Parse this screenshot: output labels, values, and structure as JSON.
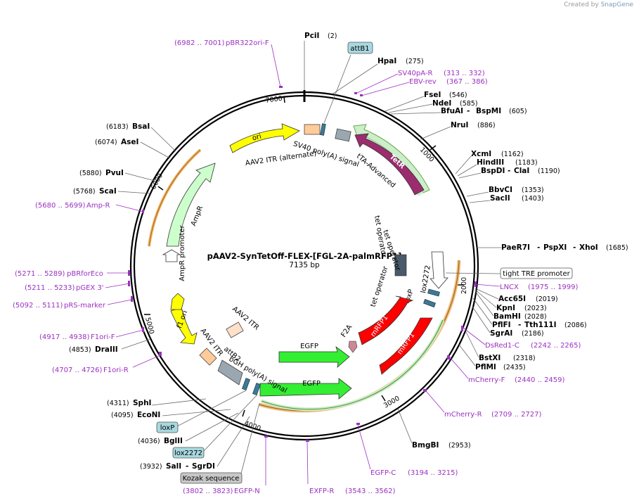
{
  "credit": {
    "prefix": "Created by",
    "brand": "SnapGene"
  },
  "plasmid": {
    "name": "pAAV2-SynTetOff-FLEX-[FGL-2A-palmRFP1]",
    "size": "7135 bp"
  },
  "ticks": [
    {
      "label": "1000"
    },
    {
      "label": "2000"
    },
    {
      "label": "3000"
    },
    {
      "label": "4000"
    },
    {
      "label": "5000"
    },
    {
      "label": "6000"
    },
    {
      "label": "7000"
    }
  ],
  "sites": [
    {
      "name": "PciI",
      "pos": "(2)"
    },
    {
      "name": "HpaI",
      "pos": "(275)"
    },
    {
      "name": "FseI",
      "pos": "(546)"
    },
    {
      "name": "NdeI",
      "pos": "(585)"
    },
    {
      "name": "BfuAI",
      "name2": "BspMI",
      "pos": "(605)"
    },
    {
      "name": "NruI",
      "pos": "(886)"
    },
    {
      "name": "XcmI",
      "pos": "(1162)"
    },
    {
      "name": "HindIII",
      "pos": "(1183)"
    },
    {
      "name": "BspDI",
      "name2": "ClaI",
      "pos": "(1190)"
    },
    {
      "name": "BbvCI",
      "pos": "(1353)"
    },
    {
      "name": "SacII",
      "pos": "(1403)"
    },
    {
      "name": "PaeR7I",
      "name2": "PspXI",
      "name3": "XhoI",
      "pos": "(1685)"
    },
    {
      "name": "Acc65I",
      "pos": "(2019)"
    },
    {
      "name": "KpnI",
      "pos": "(2023)"
    },
    {
      "name": "BamHI",
      "pos": "(2028)"
    },
    {
      "name": "PflFI",
      "name2": "Tth111I",
      "pos": "(2086)"
    },
    {
      "name": "SgrAI",
      "pos": "(2186)"
    },
    {
      "name": "BstXI",
      "pos": "(2318)"
    },
    {
      "name": "PflMI",
      "pos": "(2435)"
    },
    {
      "name": "BmgBI",
      "pos": "(2953)"
    },
    {
      "name": "SphI",
      "pos": "(4311)"
    },
    {
      "name": "EcoNI",
      "pos": "(4095)"
    },
    {
      "name": "BglII",
      "pos": "(4036)"
    },
    {
      "name": "SalI",
      "name2": "SgrDI",
      "pos": "(3932)"
    },
    {
      "name": "BsaI",
      "pos": "(6183)"
    },
    {
      "name": "AseI",
      "pos": "(6074)"
    },
    {
      "name": "PvuI",
      "pos": "(5880)"
    },
    {
      "name": "ScaI",
      "pos": "(5768)"
    },
    {
      "name": "DraIII",
      "pos": "(4853)"
    }
  ],
  "primers": [
    {
      "name": "pBR322ori-F",
      "range": "(6982 .. 7001)"
    },
    {
      "name": "SV40pA-R",
      "range": "(313 .. 332)"
    },
    {
      "name": "EBV-rev",
      "range": "(367 .. 386)"
    },
    {
      "name": "LNCX",
      "range": "(1975 .. 1999)"
    },
    {
      "name": "DsRed1-C",
      "range": "(2242 .. 2265)"
    },
    {
      "name": "mCherry-F",
      "range": "(2440 .. 2459)"
    },
    {
      "name": "mCherry-R",
      "range": "(2709 .. 2727)"
    },
    {
      "name": "EGFP-C",
      "range": "(3194 .. 3215)"
    },
    {
      "name": "EXFP-R",
      "range": "(3543 .. 3562)"
    },
    {
      "name": "EGFP-N",
      "range": "(3802 .. 3823)"
    },
    {
      "name": "Amp-R",
      "range": "(5680 .. 5699)"
    },
    {
      "name": "pBRforEco",
      "range": "(5271 .. 5289)"
    },
    {
      "name": "pGEX 3'",
      "range": "(5211 .. 5233)"
    },
    {
      "name": "pRS-marker",
      "range": "(5092 .. 5111)"
    },
    {
      "name": "F1ori-F",
      "range": "(4917 .. 4938)"
    },
    {
      "name": "F1ori-R",
      "range": "(4707 .. 4726)"
    }
  ],
  "boxed": [
    {
      "name": "attB1",
      "color": "#a8d8e0"
    },
    {
      "name": "tight TRE promoter",
      "color": "#ffffff"
    },
    {
      "name": "loxP",
      "color": "#a8d8e0"
    },
    {
      "name": "lox2272",
      "color": "#a8d8e0"
    },
    {
      "name": "Kozak sequence",
      "color": "#c8c8c8"
    }
  ],
  "features": [
    {
      "name": "ori",
      "color": "#ffff00"
    },
    {
      "name": "AAV2 ITR (alternate)"
    },
    {
      "name": "SV40 poly(A) signal"
    },
    {
      "name": "tTA-Advanced"
    },
    {
      "name": "TetR",
      "color": "#9b2c6e"
    },
    {
      "name": "tet operator"
    },
    {
      "name": "tet operator"
    },
    {
      "name": "tet operator"
    },
    {
      "name": "lox2272"
    },
    {
      "name": "loxP"
    },
    {
      "name": "mRFP1",
      "color": "#ff0000"
    },
    {
      "name": "mRFP1",
      "color": "#ff0000"
    },
    {
      "name": "F2A"
    },
    {
      "name": "EGFP",
      "color": "#33ee33"
    },
    {
      "name": "EGFP",
      "color": "#33ee33"
    },
    {
      "name": "AAV2 ITR"
    },
    {
      "name": "AAV2 ITR"
    },
    {
      "name": "attB2"
    },
    {
      "name": "bGH poly(A) signal"
    },
    {
      "name": "f1 ori",
      "color": "#ffff00"
    },
    {
      "name": "AmpR",
      "color": "#ccffcc"
    },
    {
      "name": "AmpR promoter"
    }
  ]
}
